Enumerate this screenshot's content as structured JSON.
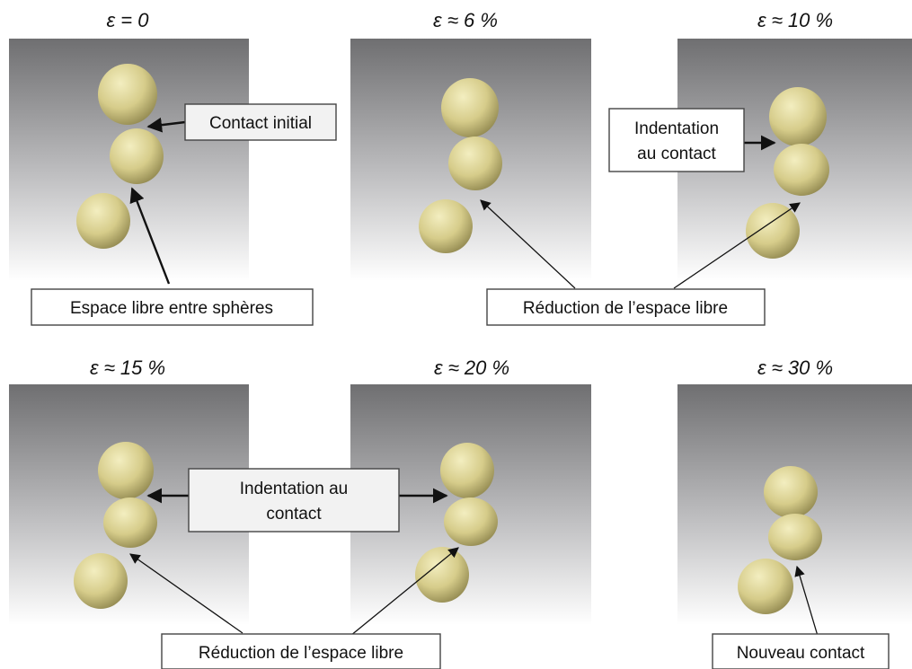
{
  "figure": {
    "colors": {
      "panel_top": "#6f6f71",
      "panel_bottom": "#ffffff",
      "sphere_light": "#f3eec0",
      "sphere_mid": "#d6cc8a",
      "sphere_dark": "#8e854d"
    },
    "panels": [
      {
        "strain_label": "ε = 0"
      },
      {
        "strain_label": "ε ≈ 6 %"
      },
      {
        "strain_label": "ε ≈ 10 %"
      },
      {
        "strain_label": "ε ≈ 15 %"
      },
      {
        "strain_label": "ε ≈ 20 %"
      },
      {
        "strain_label": "ε ≈ 30 %"
      }
    ],
    "annotations": {
      "contact_initial": "Contact initial",
      "free_space": "Espace libre entre sphères",
      "reduction_top": "Réduction de l’espace libre",
      "indentation_top_line1": "Indentation",
      "indentation_top_line2": "au contact",
      "indentation_bottom_line1": "Indentation au",
      "indentation_bottom_line2": "contact",
      "reduction_bottom": "Réduction de l’espace libre",
      "new_contact": "Nouveau contact"
    }
  }
}
